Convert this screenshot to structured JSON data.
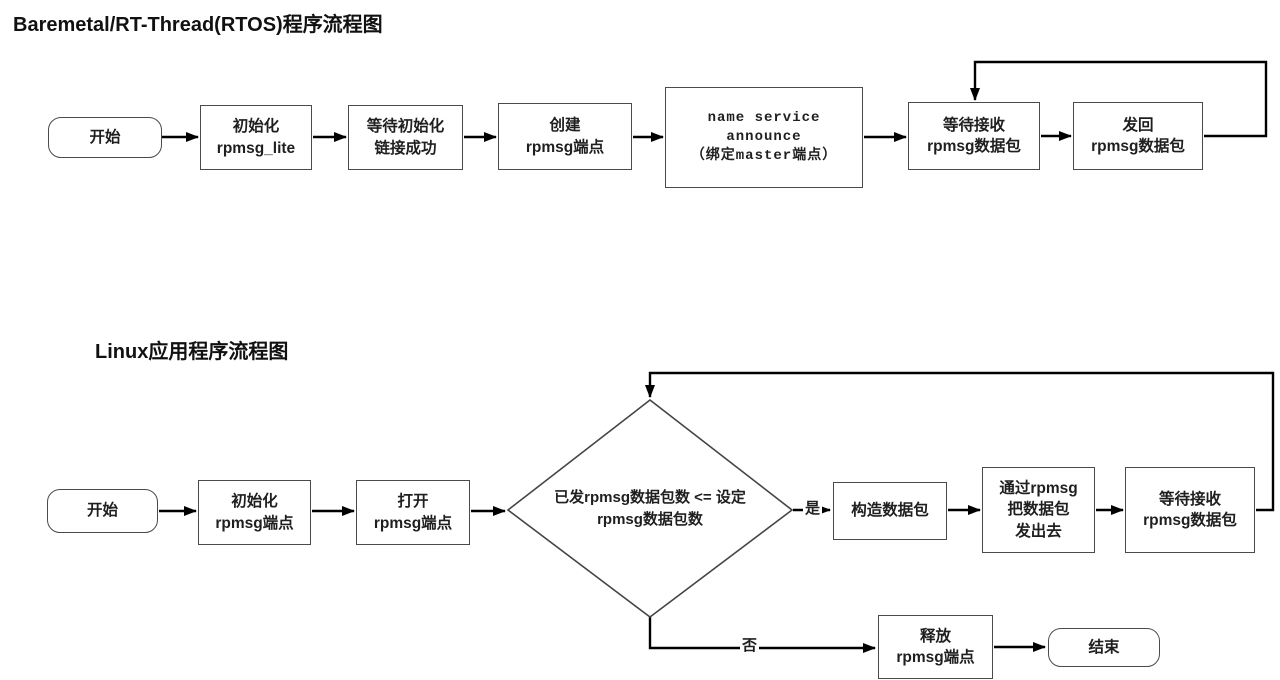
{
  "colors": {
    "background": "#ffffff",
    "box_border": "#4a4a4a",
    "arrow": "#000000",
    "text": "#1f1f1f"
  },
  "flow1": {
    "title": "Baremetal/RT-Thread(RTOS)程序流程图",
    "nodes": {
      "start": "开始",
      "init_rpmsg_lite": "初始化\nrpmsg_lite",
      "wait_link": "等待初始化\n链接成功",
      "create_endpoint": "创建\nrpmsg端点",
      "name_service": "name service\nannounce\n（绑定master端点）",
      "wait_receive": "等待接收\nrpmsg数据包",
      "send_back": "发回\nrpmsg数据包"
    }
  },
  "flow2": {
    "title": "Linux应用程序流程图",
    "nodes": {
      "start": "开始",
      "init_endpoint": "初始化\nrpmsg端点",
      "open_endpoint": "打开\nrpmsg端点",
      "decision": "已发rpmsg数据包数 <= 设定\nrpmsg数据包数",
      "build_packet": "构造数据包",
      "send_packet": "通过rpmsg\n把数据包\n发出去",
      "wait_receive": "等待接收\nrpmsg数据包",
      "release_endpoint": "释放\nrpmsg端点",
      "end": "结束"
    },
    "branch_labels": {
      "yes": "是",
      "no": "否"
    }
  }
}
